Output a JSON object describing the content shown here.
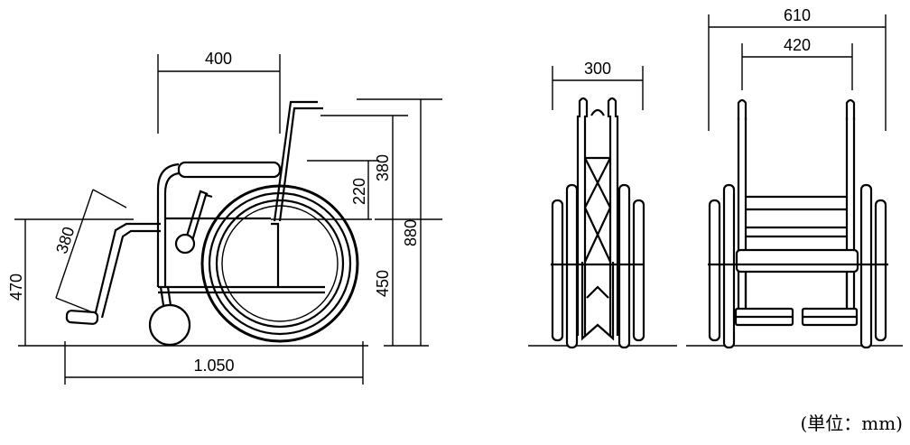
{
  "side_view": {
    "dim_width_top": "400",
    "dim_length_bottom": "1.050",
    "dim_footrest": "380",
    "dim_front_height": "470",
    "dim_armrest_low": "220",
    "dim_armrest_high": "380",
    "dim_seat_height": "450",
    "dim_total_height": "880"
  },
  "folded_view": {
    "dim_folded_width": "300"
  },
  "front_view": {
    "dim_overall_width": "610",
    "dim_seat_width": "420"
  },
  "unit_label": "(単位：mm)"
}
